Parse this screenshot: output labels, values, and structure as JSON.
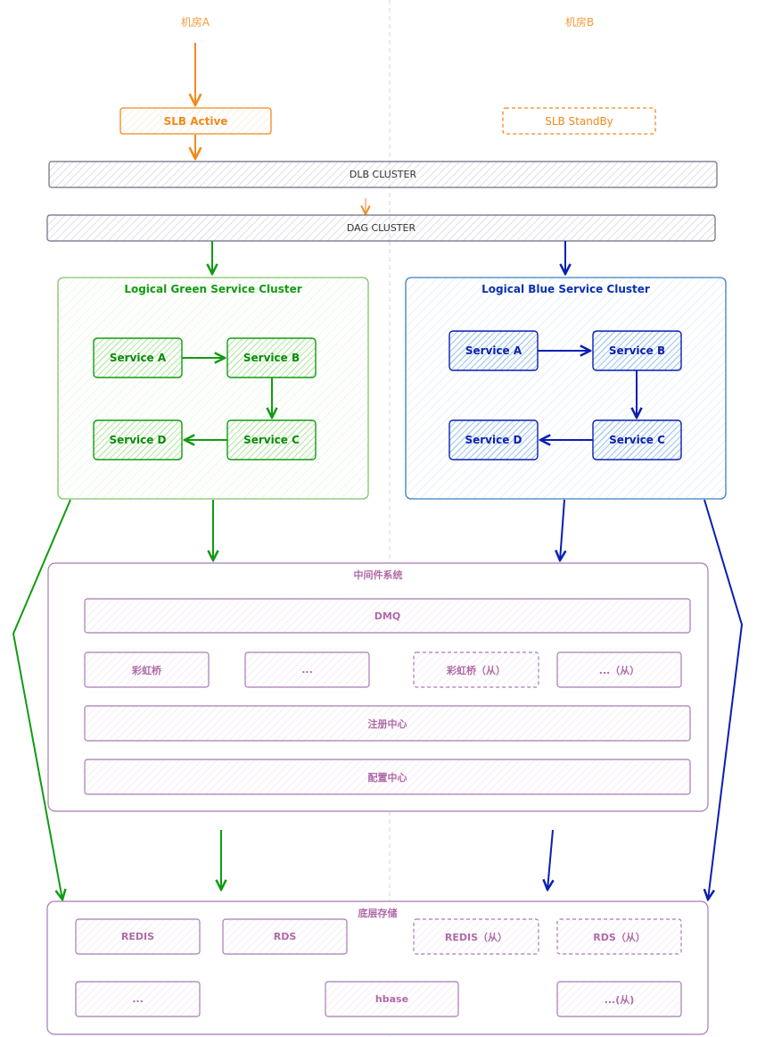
{
  "rooms": {
    "a": "机房A",
    "b": "机房B"
  },
  "slb": {
    "active": "SLB Active",
    "standby": "SLB StandBy"
  },
  "clusters": {
    "dlb": "DLB CLUSTER",
    "dag": "DAG CLUSTER"
  },
  "green_cluster": {
    "title": "Logical Green Service Cluster",
    "services": [
      "Service A",
      "Service B",
      "Service C",
      "Service D"
    ]
  },
  "blue_cluster": {
    "title": "Logical Blue Service Cluster",
    "services": [
      "Service A",
      "Service B",
      "Service C",
      "Service D"
    ]
  },
  "middleware": {
    "title": "中间件系统",
    "dmq": "DMQ",
    "rainbow": "彩虹桥",
    "ellipsis": "...",
    "rainbow_slave": "彩虹桥（从）",
    "ellipsis_slave": "...（从）",
    "registry": "注册中心",
    "config": "配置中心"
  },
  "storage": {
    "title": "底层存储",
    "redis": "REDIS",
    "rds": "RDS",
    "redis_slave": "REDIS（从）",
    "rds_slave": "RDS（从）",
    "ellipsis": "...",
    "hbase": "hbase",
    "ellipsis_slave": "...(从)"
  },
  "colors": {
    "orange": "#f08a1c",
    "green": "#129b12",
    "green_fill": "#c9f0b8",
    "blue": "#0a1fb0",
    "blue_fill": "#a9cdf2",
    "purple": "#a77bb5",
    "gray": "#7a7a8c"
  }
}
